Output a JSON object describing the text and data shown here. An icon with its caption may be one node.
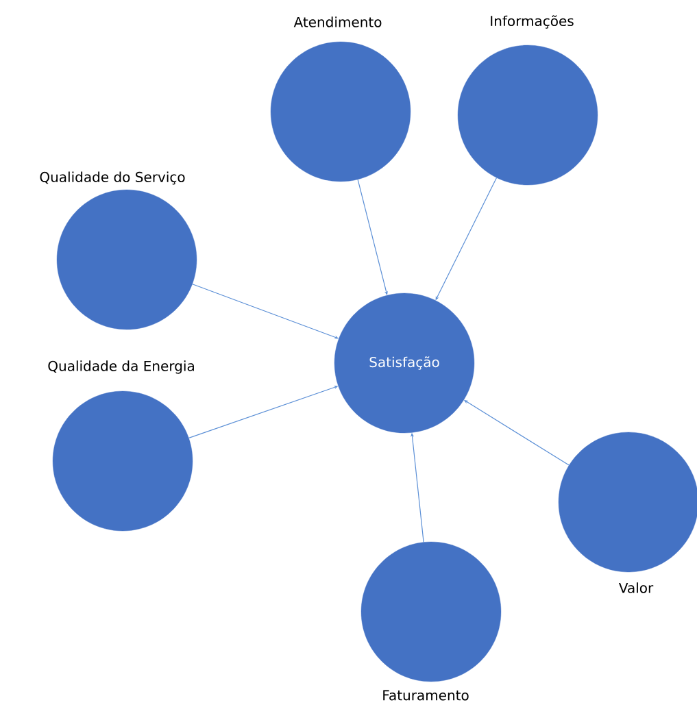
{
  "diagram": {
    "nodes": [
      {
        "text": [
          "Atendimento"
        ]
      },
      {
        "text": [
          "Informações"
        ]
      },
      {
        "text": [
          "Qualidade do Serviço"
        ]
      },
      {
        "text": [
          "Satisfação"
        ]
      },
      {
        "text": [
          "Qualidade da Energia"
        ]
      },
      {
        "text": [
          "Valor"
        ]
      },
      {
        "text": [
          "Faturamento"
        ]
      }
    ],
    "edges": [
      {
        "from": 0,
        "to": 3,
        "arrow": "to"
      },
      {
        "from": 1,
        "to": 3,
        "arrow": "to"
      },
      {
        "from": 2,
        "to": 3,
        "arrow": "to"
      },
      {
        "from": 4,
        "to": 3,
        "arrow": "to"
      },
      {
        "from": 5,
        "to": 3,
        "arrow": "to"
      },
      {
        "from": 6,
        "to": 3,
        "arrow": "to"
      }
    ]
  }
}
